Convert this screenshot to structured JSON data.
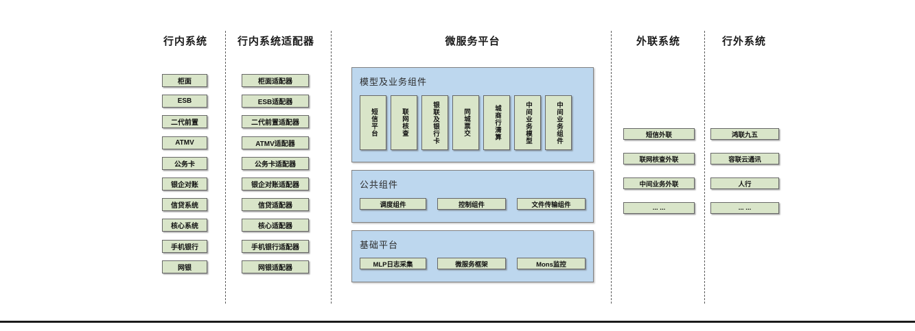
{
  "diagram": {
    "internal": {
      "title": "行内系统",
      "items": [
        "柜面",
        "ESB",
        "二代前置",
        "ATMV",
        "公务卡",
        "银企对账",
        "信贷系统",
        "核心系统",
        "手机银行",
        "网银"
      ]
    },
    "adapters": {
      "title": "行内系统适配器",
      "items": [
        "柜面适配器",
        "ESB适配器",
        "二代前置适配器",
        "ATMV适配器",
        "公务卡适配器",
        "银企对账适配器",
        "信贷适配器",
        "核心适配器",
        "手机银行适配器",
        "网银适配器"
      ]
    },
    "platform": {
      "title": "微服务平台",
      "sections": [
        {
          "title": "模型及业务组件",
          "items": [
            "短信平台",
            "联网核查",
            "银联及银行卡",
            "同城票交",
            "城商行清算",
            "中间业务模型",
            "中间业务组件"
          ]
        },
        {
          "title": "公共组件",
          "items": [
            "调度组件",
            "控制组件",
            "文件传输组件"
          ]
        },
        {
          "title": "基础平台",
          "items": [
            "MLP日志采集",
            "微服务框架",
            "Mons监控"
          ]
        }
      ]
    },
    "outbound": {
      "title": "外联系统",
      "items": [
        "短信外联",
        "联网核查外联",
        "中间业务外联",
        "... ..."
      ]
    },
    "external": {
      "title": "行外系统",
      "items": [
        "鸿联九五",
        "容联云通讯",
        "人行",
        "... ..."
      ]
    }
  },
  "colors": {
    "box_fill": "#d9e5c9",
    "box_border": "#666666",
    "panel_fill": "#bdd7ee",
    "panel_border": "#808080",
    "divider": "#595959",
    "bottom_rule": "#1a1a1a"
  }
}
